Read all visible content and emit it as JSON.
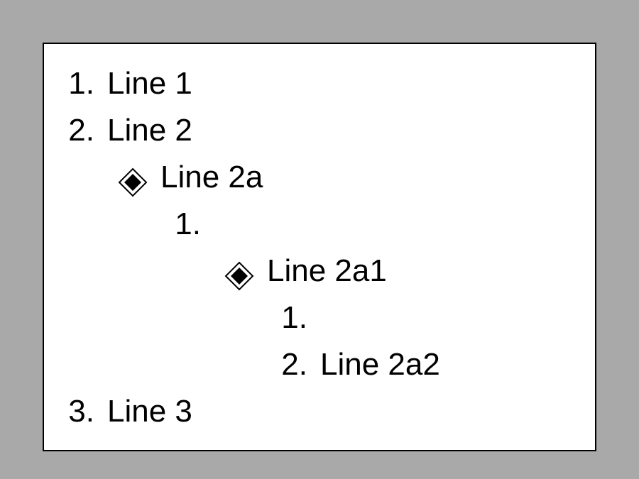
{
  "list": {
    "item1": {
      "marker": "1.",
      "text": "Line 1"
    },
    "item2": {
      "marker": "2.",
      "text": "Line 2"
    },
    "item2a": {
      "marker_icon": "diamond-bullet-icon",
      "text": "Line 2a"
    },
    "item2a_sub": {
      "marker": "1.",
      "text": ""
    },
    "item2a1": {
      "marker_icon": "diamond-bullet-icon",
      "text": "Line 2a1"
    },
    "item2a1_sub": {
      "marker": "1.",
      "text": ""
    },
    "item2a2": {
      "marker": "2.",
      "text": "Line 2a2"
    },
    "item3": {
      "marker": "3.",
      "text": "Line 3"
    }
  }
}
